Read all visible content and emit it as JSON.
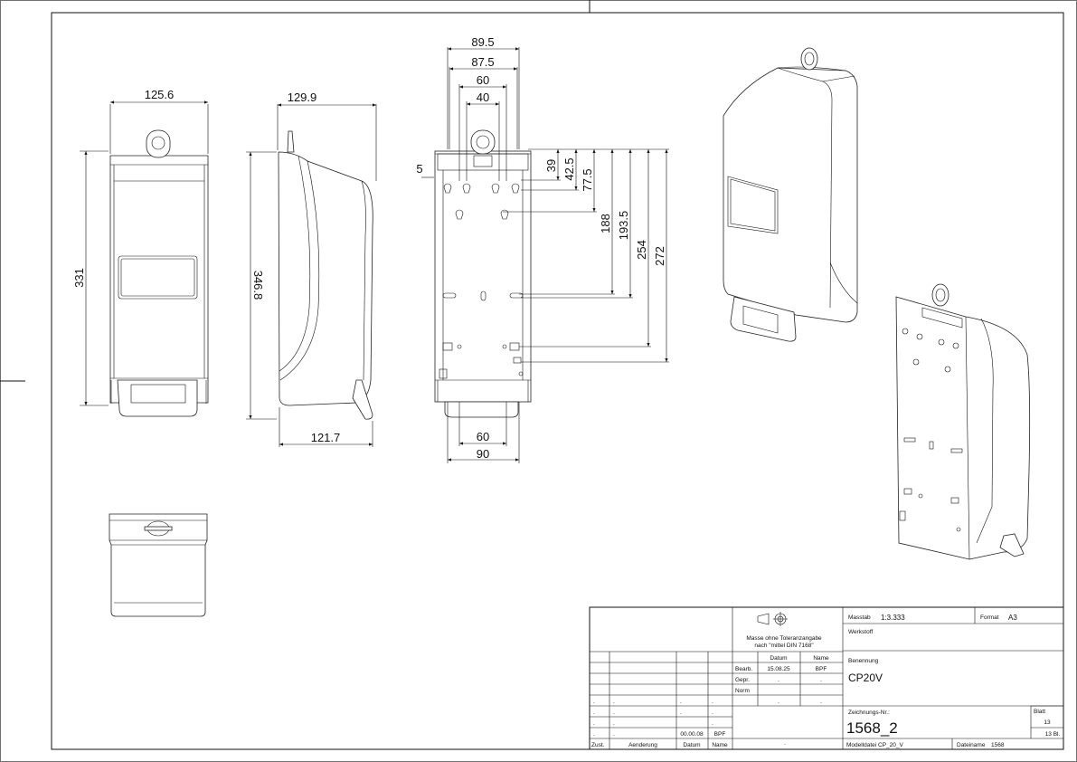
{
  "views": {
    "front": {
      "width": "125.6",
      "height": "331"
    },
    "side": {
      "top_width": "129.9",
      "height": "346.8",
      "bottom_width": "121.7"
    },
    "back": {
      "top_widths": [
        "89.5",
        "87.5",
        "60",
        "40"
      ],
      "left_offset": "5",
      "heights": [
        "39",
        "42.5",
        "77.5",
        "188",
        "193.5",
        "254",
        "272"
      ],
      "bottom_widths": [
        "60",
        "90"
      ]
    }
  },
  "title_block": {
    "tolerance_note_line1": "Masse ohne Toleranzangabe",
    "tolerance_note_line2": "nach \"mittel DIN 7168\"",
    "col_datum": "Datum",
    "col_name": "Name",
    "row_bearb": "Bearb.",
    "row_bearb_date": "15.08.25",
    "row_bearb_name": "BPF",
    "row_gepr": "Gepr.",
    "row_norm": "Norm",
    "rev_date": "00.00.08",
    "rev_name": "BPF",
    "col_zust": "Zust.",
    "col_aenderung": "Aenderung",
    "col_datum2": "Datum",
    "col_name2": "Name",
    "massstab_label": "Masstab",
    "massstab_value": "1:3.333",
    "format_label": "Format",
    "format_value": "A3",
    "werkstoff_label": "Werkstoff",
    "benennung_label": "Benennung",
    "benennung_value": "CP20V",
    "zeichnungs_label": "Zeichnungs-Nr.:",
    "zeichnungs_value": "1568_2",
    "blatt_label": "Blatt",
    "blatt_value": "13",
    "blatt_total": "13 Bl.",
    "modell_label": "Modelldatei",
    "modell_value": "CP_20_V",
    "datei_label": "Dateiname",
    "datei_value": "1568",
    "dot": "."
  }
}
